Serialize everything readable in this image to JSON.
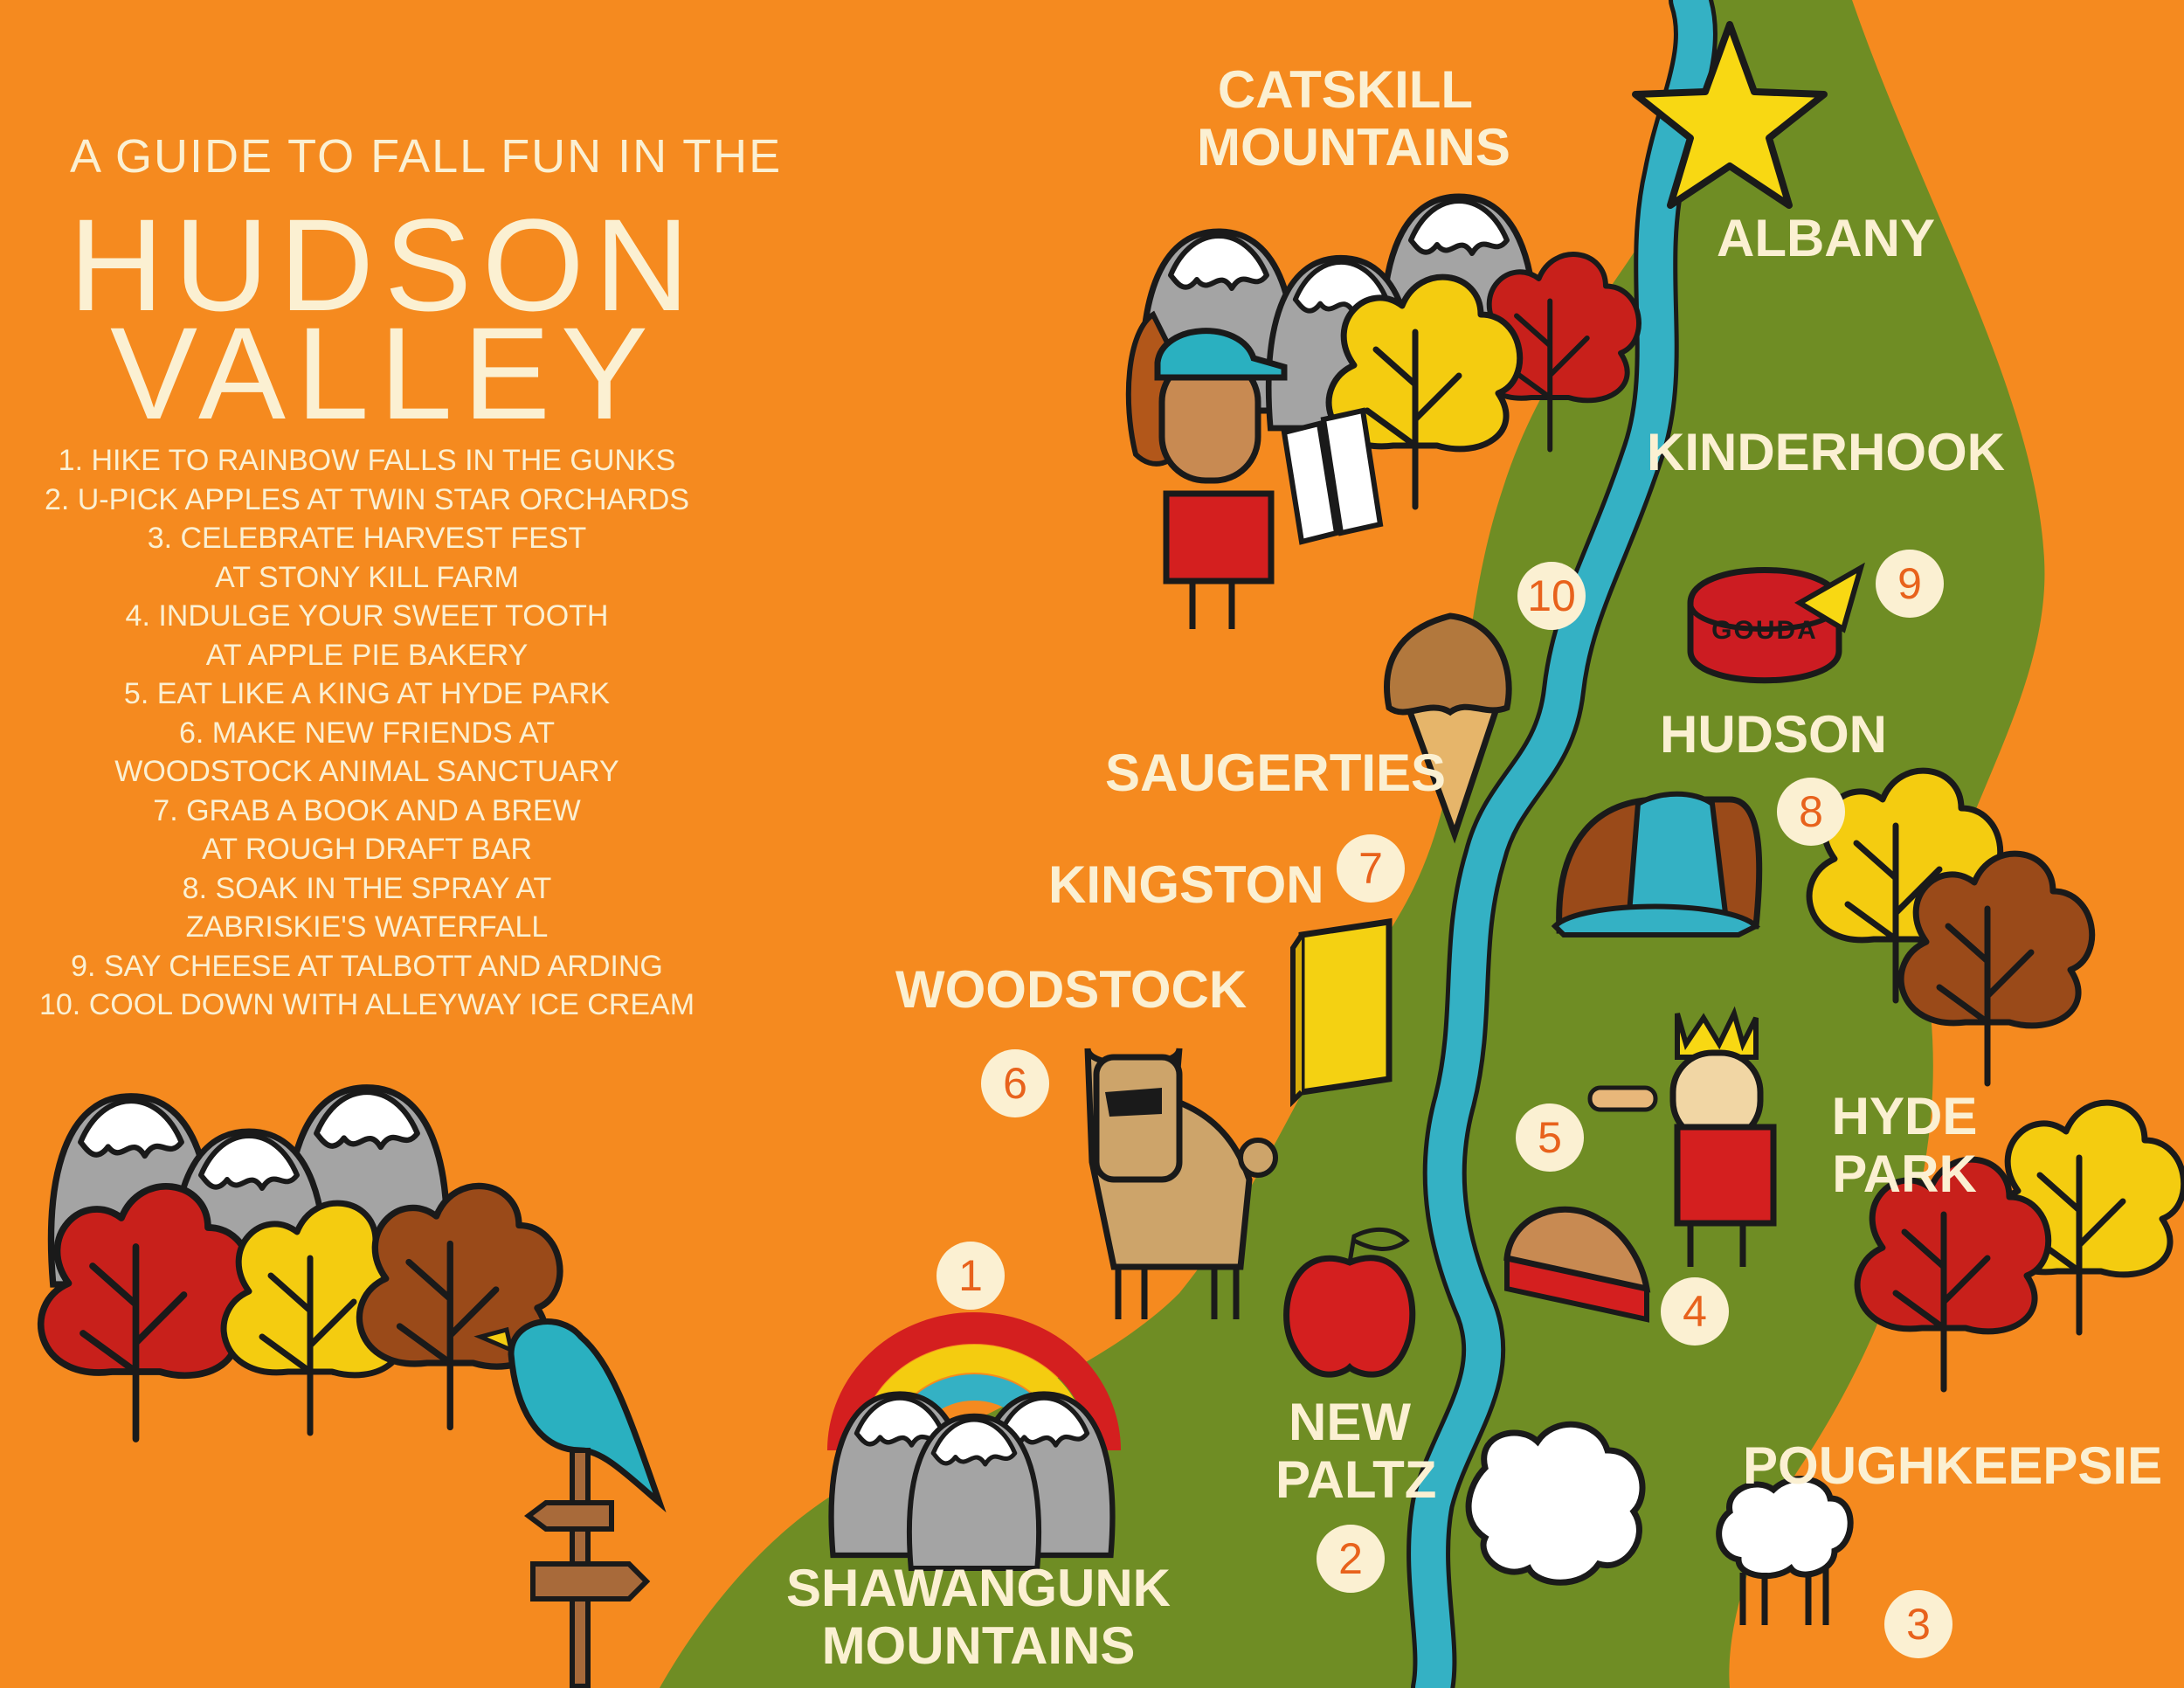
{
  "title": {
    "subtitle": "A GUIDE TO FALL FUN IN THE",
    "line1": "HUDSON",
    "line2": "VALLEY"
  },
  "activities": [
    "1. HIKE TO RAINBOW FALLS IN THE GUNKS",
    "2. U-PICK APPLES AT TWIN STAR ORCHARDS",
    "3. CELEBRATE HARVEST FEST",
    "AT STONY KILL FARM",
    "4. INDULGE YOUR SWEET TOOTH",
    "AT APPLE PIE BAKERY",
    "5. EAT LIKE A KING AT HYDE PARK",
    "6. MAKE NEW FRIENDS AT",
    "WOODSTOCK ANIMAL SANCTUARY",
    "7. GRAB A BOOK AND A BREW",
    "AT ROUGH DRAFT BAR",
    "8. SOAK IN THE SPRAY AT",
    "ZABRISKIE'S WATERFALL",
    "9. SAY CHEESE AT TALBOTT AND ARDING",
    "10. COOL DOWN WITH ALLEYWAY ICE CREAM"
  ],
  "places": {
    "catskill": "CATSKILL\nMOUNTAINS",
    "albany": "ALBANY",
    "kinderhook": "KINDERHOOK",
    "hudson": "HUDSON",
    "saugerties": "SAUGERTIES",
    "kingston": "KINGSTON",
    "woodstock": "WOODSTOCK",
    "hyde_park": "HYDE\nPARK",
    "new_paltz": "NEW\nPALTZ",
    "poughkeepsie": "POUGHKEEPSIE",
    "shawangunk": "SHAWANGUNK\nMOUNTAINS"
  },
  "markers": {
    "m1": "1",
    "m2": "2",
    "m3": "3",
    "m4": "4",
    "m5": "5",
    "m6": "6",
    "m7": "7",
    "m8": "8",
    "m9": "9",
    "m10": "10"
  },
  "labels": {
    "gouda": "GOUDA"
  },
  "colors": {
    "background": "#f58a1f",
    "valley": "#6f8d24",
    "river": "#34b1c4",
    "cream": "#fbf0d2",
    "marker_number": "#e8621c",
    "tree_red": "#c8201b",
    "tree_yellow": "#f4cc10",
    "tree_brown": "#9a4a19",
    "mountain": "#a4a4a4"
  },
  "icons": {
    "star": "star-icon",
    "hiker": "hiker-icon",
    "ice_cream": "ice-cream-icon",
    "cheese": "cheese-icon",
    "waterfall": "waterfall-icon",
    "book": "book-icon",
    "llama": "llama-icon",
    "king": "king-icon",
    "pie": "pie-icon",
    "apple": "apple-icon",
    "rainbow": "rainbow-icon",
    "sheep": "sheep-icon",
    "bird": "bird-icon",
    "signpost": "signpost-icon"
  }
}
